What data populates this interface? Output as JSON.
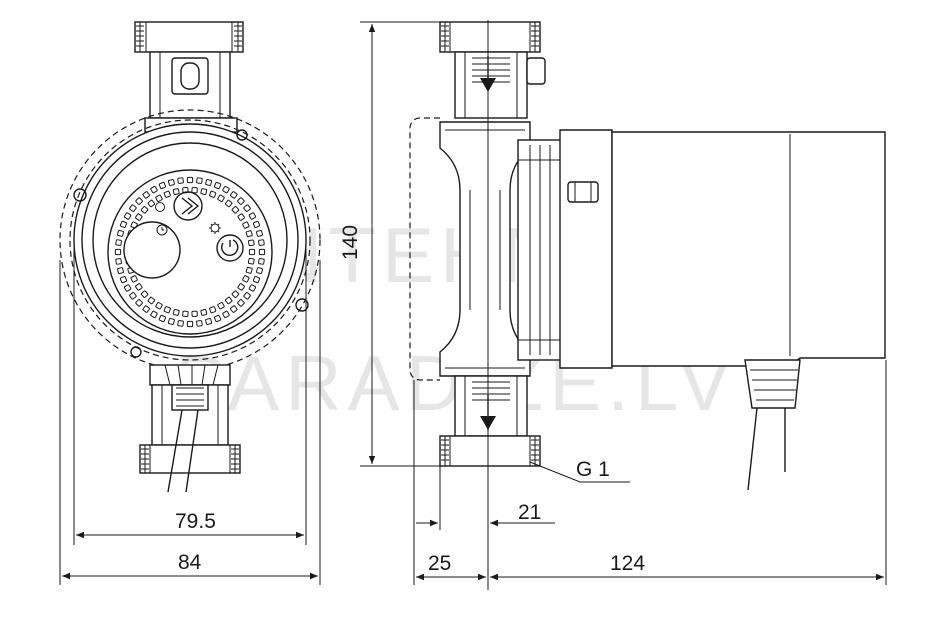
{
  "watermark": {
    "line1": "SANTEHNIKAS",
    "line2": "PARADĪZE.LV"
  },
  "dimensions": {
    "height": "140",
    "inner_width": "79.5",
    "outer_width": "84",
    "thread": "G 1",
    "port_offset": "21",
    "side_offset": "25",
    "body_length": "124"
  },
  "icons": [
    "clock-icon",
    "mode-arrow-icon",
    "gear-icon",
    "power-cycle-icon",
    "flow-arrow-icon"
  ]
}
